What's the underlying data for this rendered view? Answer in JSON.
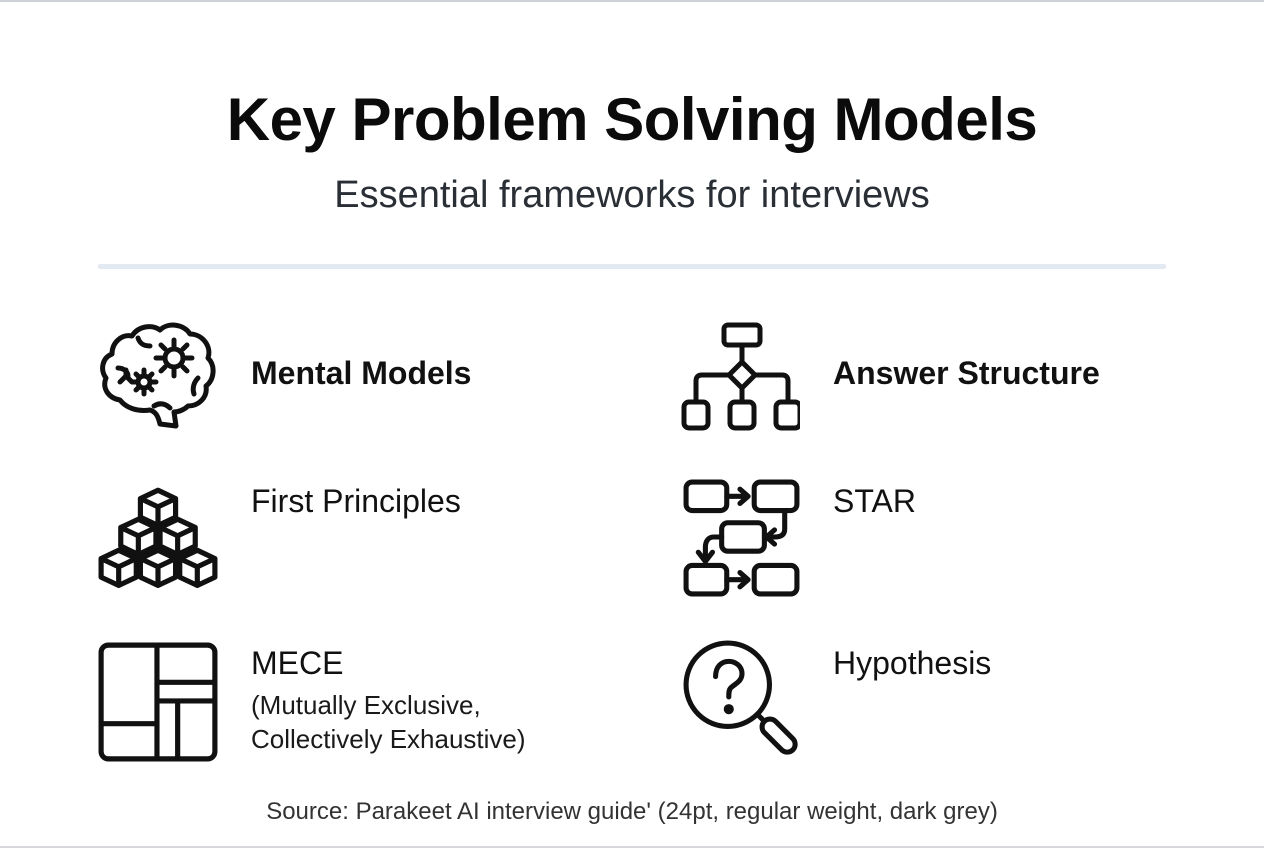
{
  "header": {
    "title": "Key Problem Solving Models",
    "subtitle": "Essential frameworks for interviews"
  },
  "models": [
    {
      "label": "Mental Models",
      "icon": "brain-gears-icon",
      "weight": "bold"
    },
    {
      "label": "Answer Structure",
      "icon": "flowchart-icon",
      "weight": "bold"
    },
    {
      "label": "First Principles",
      "icon": "stacked-cubes-icon",
      "weight": "regular"
    },
    {
      "label": "STAR",
      "icon": "process-flow-icon",
      "weight": "regular"
    },
    {
      "label": "MECE",
      "sublabel_line1": "(Mutually Exclusive,",
      "sublabel_line2": "Collectively Exhaustive)",
      "icon": "partitioned-grid-icon",
      "weight": "regular"
    },
    {
      "label": "Hypothesis",
      "icon": "magnifier-question-icon",
      "weight": "regular"
    }
  ],
  "footer": {
    "source": "Source: Parakeet AI interview guide' (24pt, regular weight, dark grey)"
  },
  "colors": {
    "text": "#111111",
    "subtitle": "#2a2f36",
    "divider": "#e3e9f0",
    "source": "#333333"
  }
}
